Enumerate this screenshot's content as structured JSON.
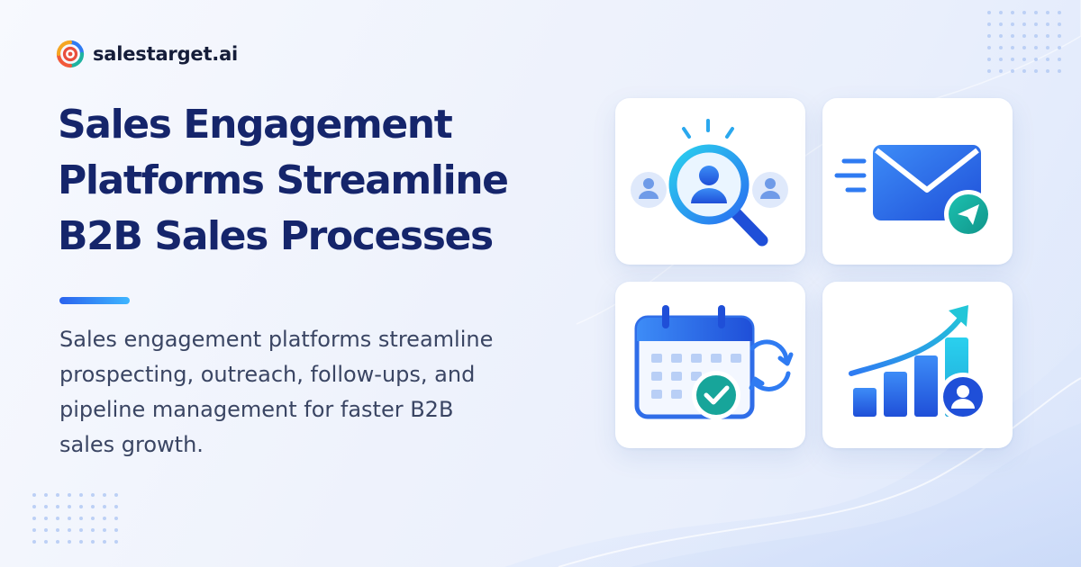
{
  "brand": {
    "name": "salestarget.ai",
    "logo_icon": "target-logo-icon"
  },
  "headline": {
    "lines": [
      "Sales Engagement",
      "Platforms Streamline",
      "B2B Sales Processes"
    ]
  },
  "subtext": {
    "lines": [
      "Sales engagement platforms streamline",
      "prospecting, outreach, follow-ups, and",
      "pipeline management for faster B2B",
      "sales growth."
    ]
  },
  "cards": [
    {
      "icon": "prospect-search-icon"
    },
    {
      "icon": "email-send-icon"
    },
    {
      "icon": "calendar-sync-icon"
    },
    {
      "icon": "growth-chart-icon"
    }
  ],
  "colors": {
    "headline": "#15256b",
    "body_text": "#3a4563",
    "accent_blue": "#2a62ee",
    "accent_cyan": "#22b6e8",
    "accent_teal": "#17a59a",
    "background": "#eef2fc"
  }
}
